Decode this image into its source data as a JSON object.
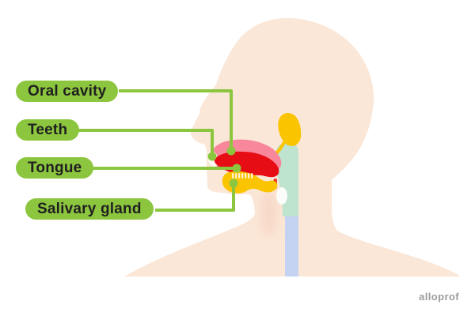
{
  "diagram": {
    "subject": "mouth-anatomy-profile",
    "labels": [
      {
        "id": "oral-cavity",
        "text": "Oral cavity"
      },
      {
        "id": "teeth",
        "text": "Teeth"
      },
      {
        "id": "tongue",
        "text": "Tongue"
      },
      {
        "id": "salivary-gland",
        "text": "Salivary gland"
      }
    ],
    "watermark": "alloprof"
  },
  "colors": {
    "background": "#FFFFFF",
    "green": "#8CC63F",
    "label-text": "#1F1F1F",
    "skin": "#FBE7D7",
    "neck-shade": "#F6CDB9",
    "pink": "#F8879B",
    "red": "#E60D15",
    "bright-red": "#F0312B",
    "yellow": "#FBC400",
    "mint": "#BEE3CE",
    "blue": "#C4D3F1",
    "teeth-white": "#FEFBF2",
    "larynx-white": "#FAFDF9",
    "dash-cream": "#FFF3D6",
    "watermark-gray": "#9D9D9D"
  }
}
